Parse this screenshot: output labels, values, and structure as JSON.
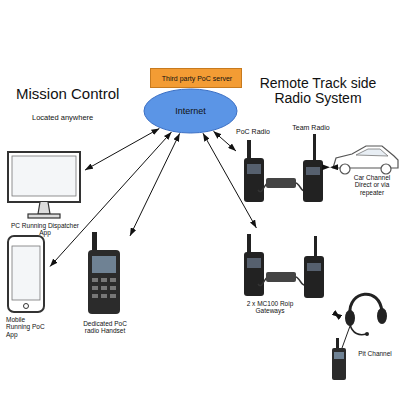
{
  "diagram": {
    "nodes": [
      {
        "text": [
          "Third party PoC server"
        ]
      },
      {
        "text": [
          "Internet"
        ]
      },
      {
        "text": [
          "PC Running Dispatcher App"
        ]
      },
      {
        "text": [
          "Mobile Running PoC App"
        ]
      },
      {
        "text": [
          "Dedicated PoC radio Handset"
        ]
      },
      {
        "text": [
          "PoC Radio"
        ]
      },
      {
        "text": [
          "Team Radio"
        ]
      },
      {
        "text": [
          "Car Channel Direct or via repeater"
        ]
      },
      {
        "text": [
          "2 x MC100 Roip Gateways"
        ]
      },
      {
        "text": [
          "Pit Channel"
        ]
      }
    ],
    "edges": [
      {
        "from": 2,
        "to": 1,
        "arrow": "both"
      },
      {
        "from": 3,
        "to": 1,
        "arrow": "both"
      },
      {
        "from": 4,
        "to": 1,
        "arrow": "both"
      },
      {
        "from": 1,
        "to": 5,
        "arrow": "both"
      },
      {
        "from": 1,
        "to": 8,
        "arrow": "both"
      },
      {
        "from": 6,
        "to": 7,
        "arrow": "both"
      },
      {
        "from": 8,
        "to": 9,
        "arrow": "both"
      }
    ],
    "labels": [
      "Mission Control",
      "Located anywhere",
      "Remote Track side Radio System"
    ]
  }
}
